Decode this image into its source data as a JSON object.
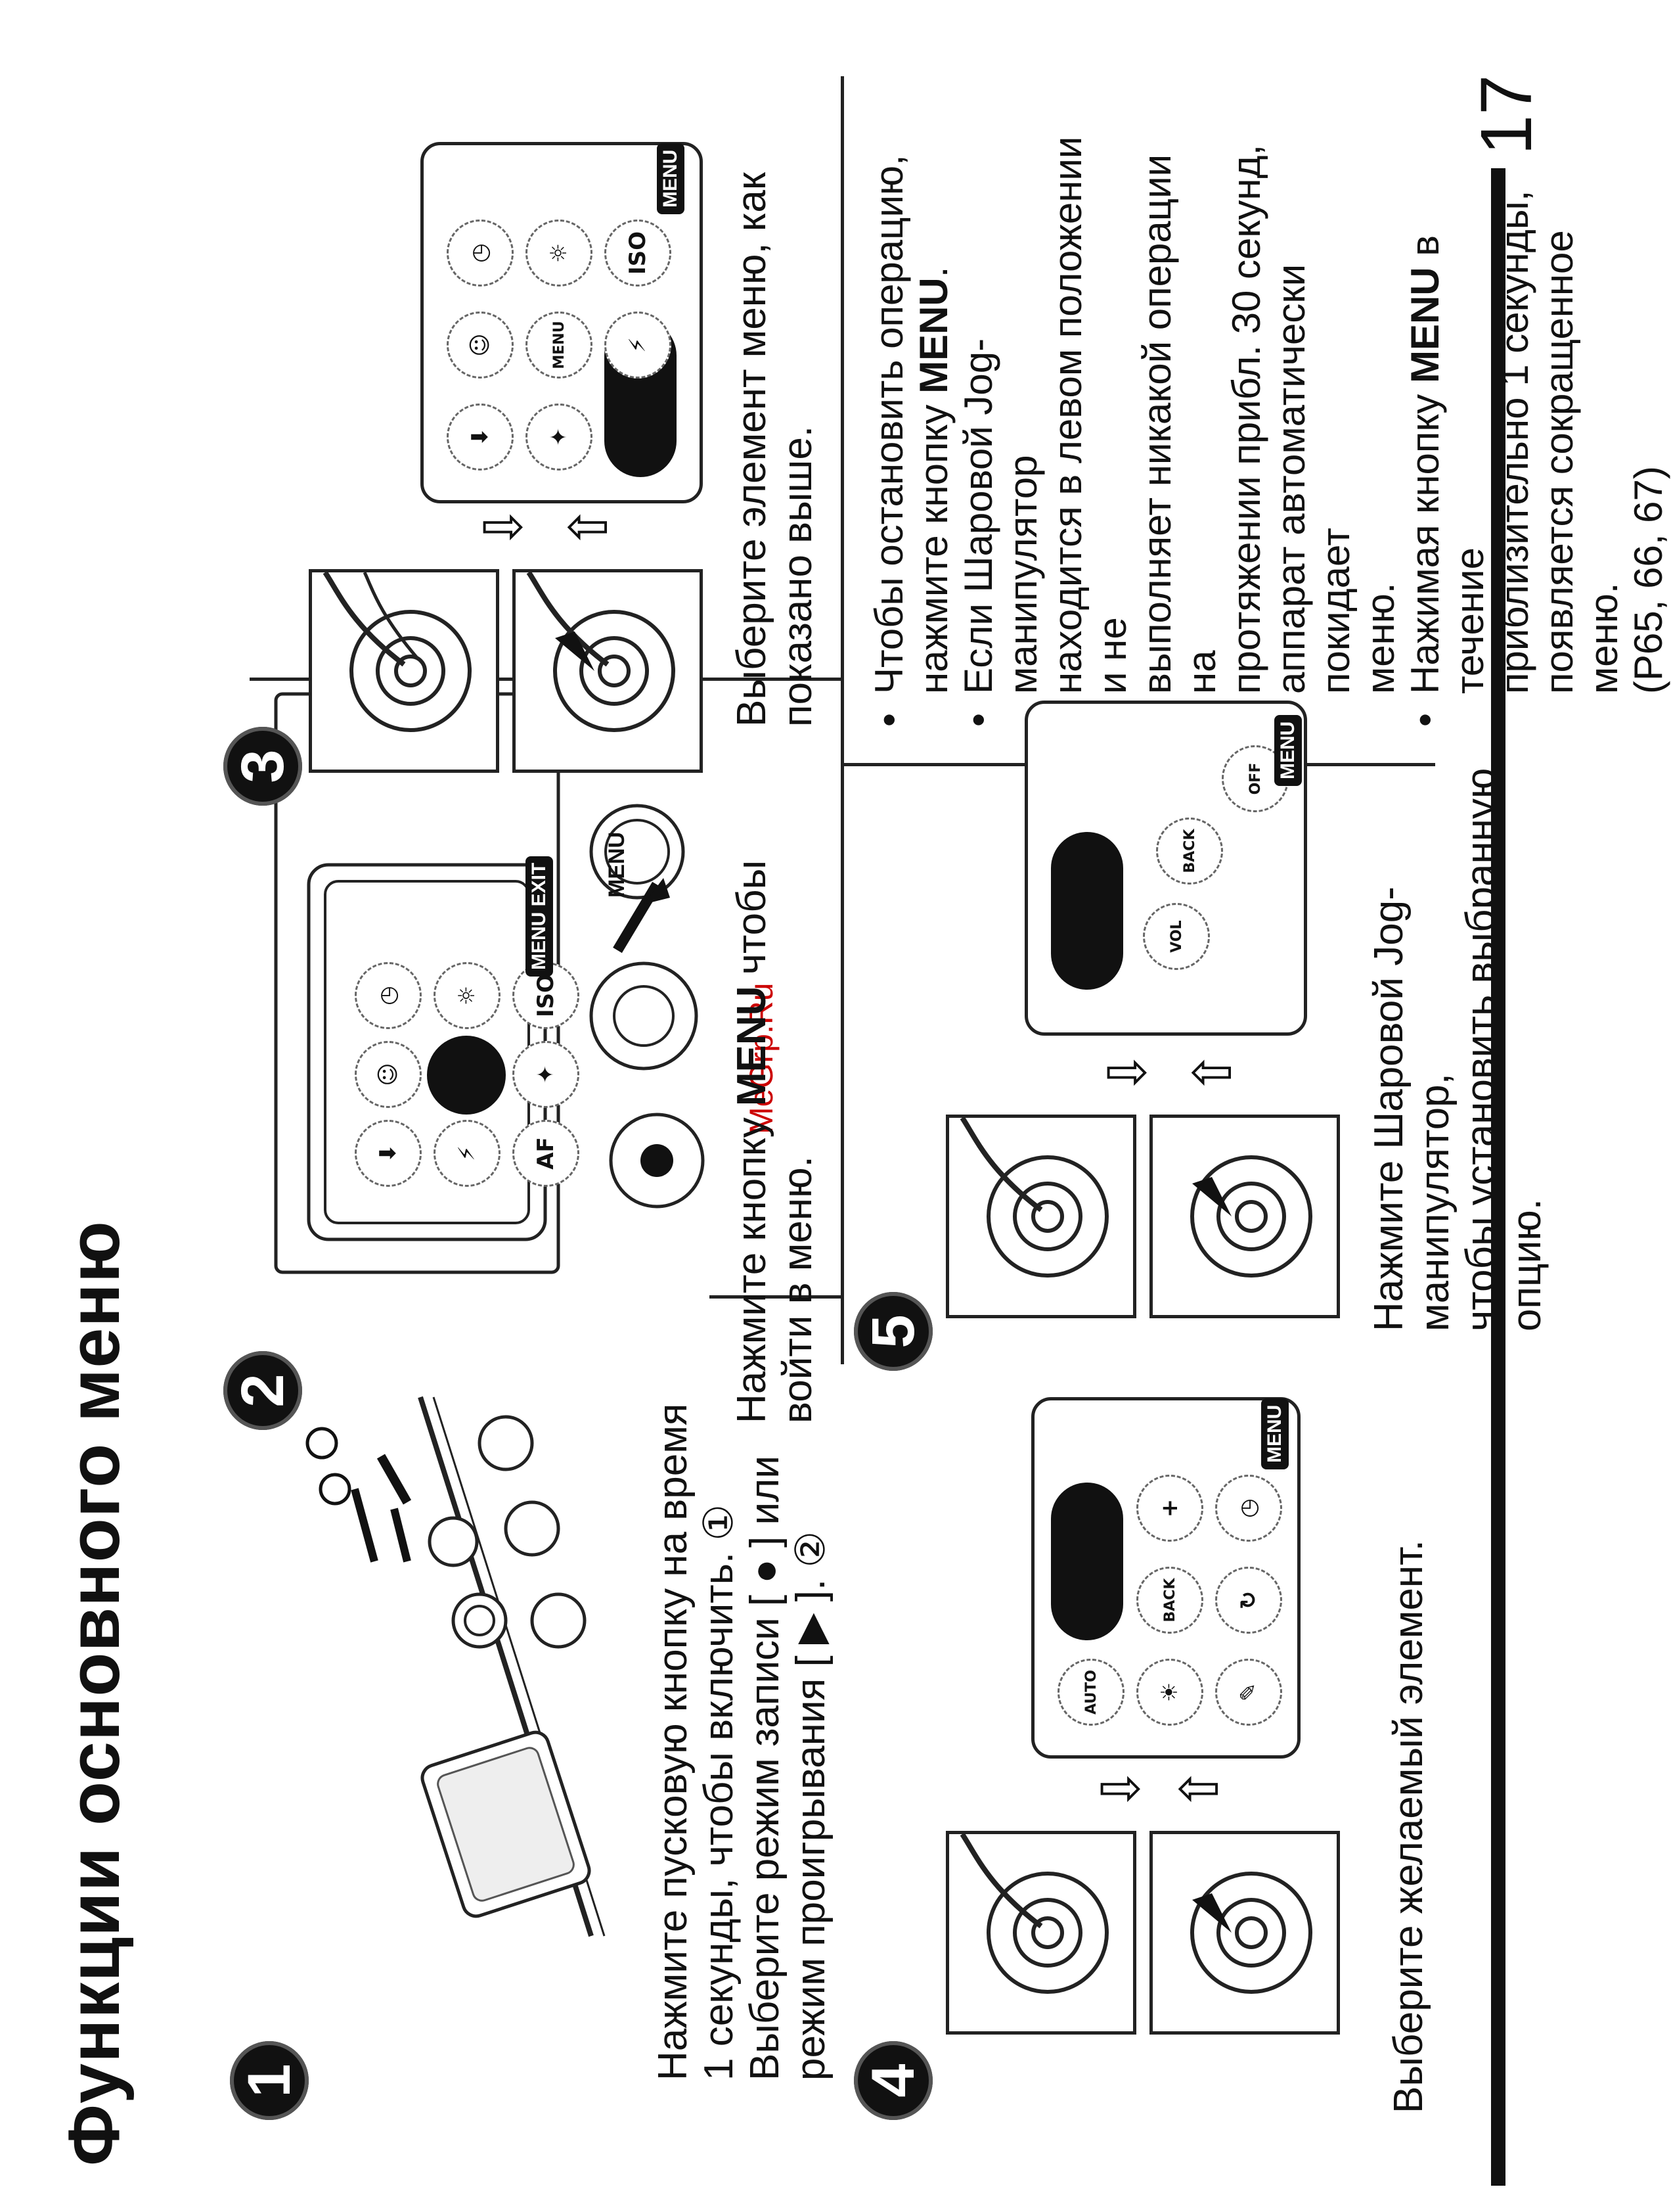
{
  "title": "Функции основного меню",
  "page_number": "17",
  "watermark": "MeGrp.Ru",
  "steps": [
    {
      "num": "1",
      "text_1": "Нажмите пусковую кнопку на время\n1 секунды, чтобы включить. ①",
      "text_2": "Выберите режим записи [ ● ] или\nрежим проигрывания [ ▶ ]. ②"
    },
    {
      "num": "2",
      "text_1": "Нажмите кнопку ",
      "bold": "MENU",
      "text_2": " чтобы\nвойти в меню."
    },
    {
      "num": "3",
      "text_1": "Выберите элемент меню, как\nпоказано выше."
    },
    {
      "num": "4",
      "text_1": "Выберите желаемый элемент."
    },
    {
      "num": "5",
      "text_1": "Нажмите Шаровой Jog-манипулятор,\nчтобы установить выбранную опцию."
    }
  ],
  "notes": [
    {
      "pre": "Чтобы остановить операцию,\nнажмите кнопку ",
      "bold": "MENU",
      "post": "."
    },
    {
      "pre": "Если Шаровой Jog-манипулятор\nнаходится в левом положении и не\nвыполняет никакой операции на\nпротяжении прибл. 30 секунд,\nаппарат автоматически покидает\nменю.",
      "bold": "",
      "post": ""
    },
    {
      "pre": "Нажимая кнопку ",
      "bold": "MENU",
      "post": " в течение\nприблизительно 1 секунды,\nпоявляется сокращенное меню.\n(P65, 66, 67)"
    }
  ],
  "labels": {
    "menu": "MENU",
    "menu_exit": "MENU EXIT",
    "back": "BACK",
    "vol": "VOL",
    "off": "OFF",
    "iso": "ISO",
    "auto": "AUTO"
  },
  "circled": {
    "one": "1",
    "two": "2"
  }
}
